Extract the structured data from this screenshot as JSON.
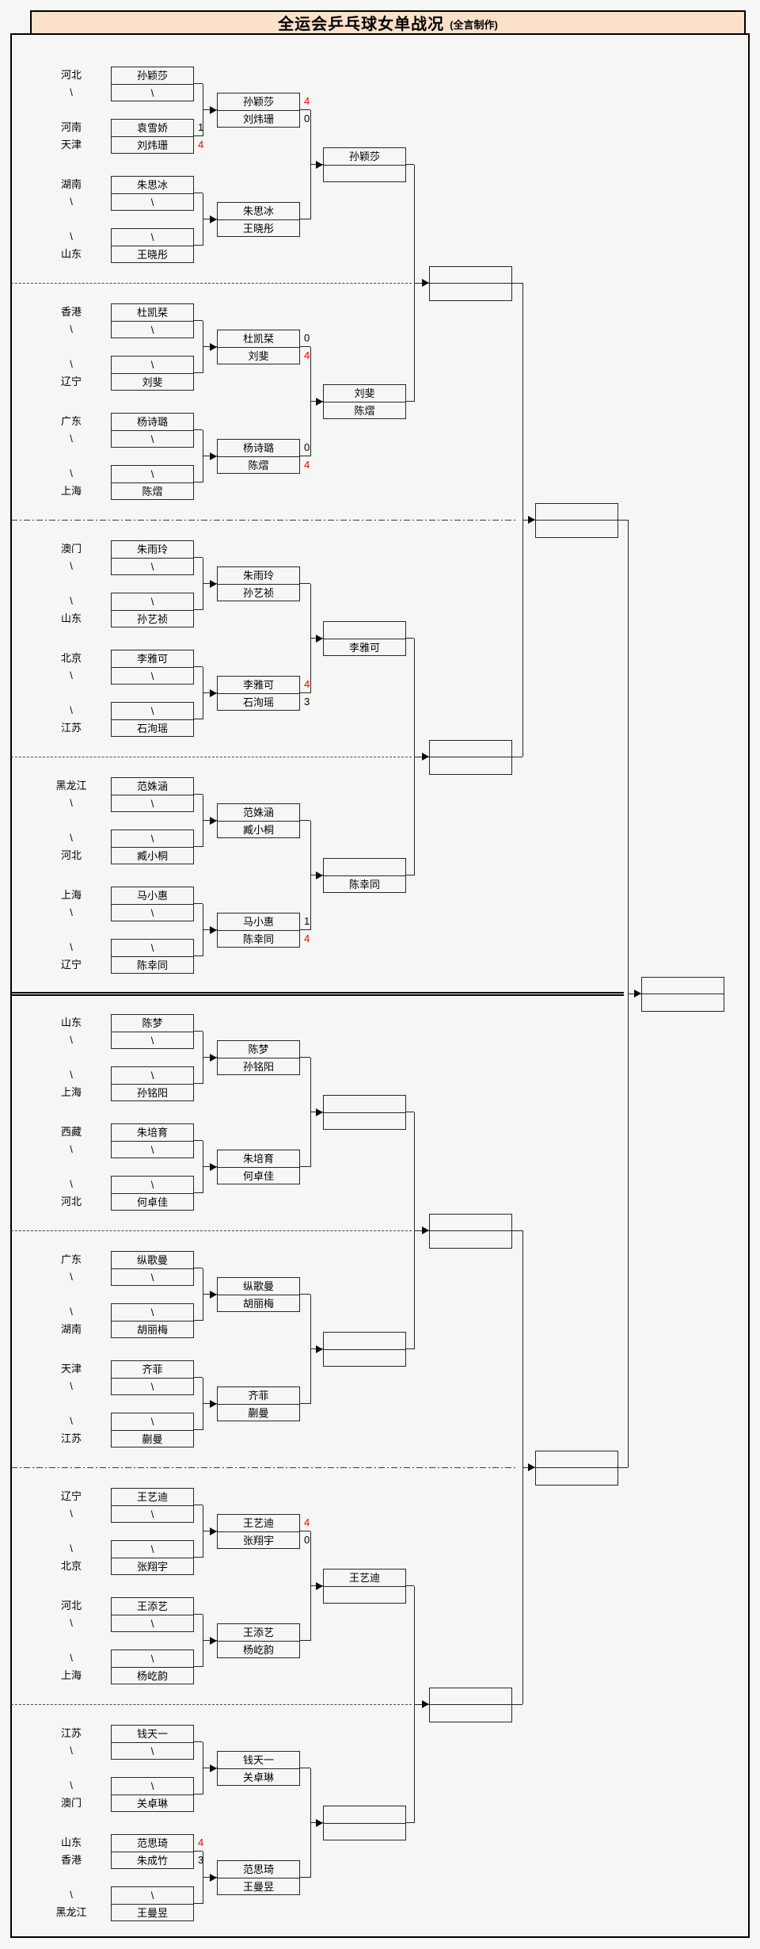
{
  "title": {
    "main": "全运会乒乓球女单战况",
    "credit": "(全言制作)"
  },
  "colors": {
    "title_bg": "#fbe0ca",
    "win_score": "#ff0000",
    "line": "#262626",
    "page_bg": "#f6f6f4"
  },
  "bracket": {
    "sections": [
      {
        "regions": [
          "河北",
          "\\",
          "河南",
          "天津",
          "湖南",
          "\\",
          "\\",
          "山东"
        ],
        "players": [
          "孙颖莎",
          "\\",
          "袁雪娇",
          "刘炜珊",
          "朱思冰",
          "\\",
          "\\",
          "王晓彤"
        ],
        "r1_scores": {
          "2": [
            "1",
            false
          ],
          "3": [
            "4",
            true
          ]
        },
        "r2": [
          [
            [
              "孙颖莎",
              "4",
              true
            ],
            [
              "刘炜珊",
              "0",
              false
            ]
          ],
          [
            [
              "朱思冰",
              "",
              false
            ],
            [
              "王晓彤",
              "",
              false
            ]
          ]
        ],
        "r3": [
          "孙颖莎",
          ""
        ]
      },
      {
        "regions": [
          "香港",
          "\\",
          "\\",
          "辽宁",
          "广东",
          "\\",
          "\\",
          "上海"
        ],
        "players": [
          "杜凯栞",
          "\\",
          "\\",
          "刘斐",
          "杨诗璐",
          "\\",
          "\\",
          "陈熠"
        ],
        "r1_scores": {},
        "r2": [
          [
            [
              "杜凯栞",
              "0",
              false
            ],
            [
              "刘斐",
              "4",
              true
            ]
          ],
          [
            [
              "杨诗璐",
              "0",
              false
            ],
            [
              "陈熠",
              "4",
              true
            ]
          ]
        ],
        "r3": [
          "刘斐",
          "陈熠"
        ]
      },
      {
        "regions": [
          "澳门",
          "\\",
          "\\",
          "山东",
          "北京",
          "\\",
          "\\",
          "江苏"
        ],
        "players": [
          "朱雨玲",
          "\\",
          "\\",
          "孙艺祯",
          "李雅可",
          "\\",
          "\\",
          "石洵瑶"
        ],
        "r1_scores": {},
        "r2": [
          [
            [
              "朱雨玲",
              "",
              false
            ],
            [
              "孙艺祯",
              "",
              false
            ]
          ],
          [
            [
              "李雅可",
              "4",
              true
            ],
            [
              "石洵瑶",
              "3",
              false
            ]
          ]
        ],
        "r3": [
          "",
          "李雅可"
        ]
      },
      {
        "regions": [
          "黑龙江",
          "\\",
          "\\",
          "河北",
          "上海",
          "\\",
          "\\",
          "辽宁"
        ],
        "players": [
          "范姝涵",
          "\\",
          "\\",
          "臧小桐",
          "马小惠",
          "\\",
          "\\",
          "陈幸同"
        ],
        "r1_scores": {},
        "r2": [
          [
            [
              "范姝涵",
              "",
              false
            ],
            [
              "臧小桐",
              "",
              false
            ]
          ],
          [
            [
              "马小惠",
              "1",
              false
            ],
            [
              "陈幸同",
              "4",
              true
            ]
          ]
        ],
        "r3": [
          "",
          "陈幸同"
        ]
      },
      {
        "regions": [
          "山东",
          "\\",
          "\\",
          "上海",
          "西藏",
          "\\",
          "\\",
          "河北"
        ],
        "players": [
          "陈梦",
          "\\",
          "\\",
          "孙铭阳",
          "朱培育",
          "\\",
          "\\",
          "何卓佳"
        ],
        "r1_scores": {},
        "r2": [
          [
            [
              "陈梦",
              "",
              false
            ],
            [
              "孙铭阳",
              "",
              false
            ]
          ],
          [
            [
              "朱培育",
              "",
              false
            ],
            [
              "何卓佳",
              "",
              false
            ]
          ]
        ],
        "r3": [
          "",
          ""
        ]
      },
      {
        "regions": [
          "广东",
          "\\",
          "\\",
          "湖南",
          "天津",
          "\\",
          "\\",
          "江苏"
        ],
        "players": [
          "纵歌曼",
          "\\",
          "\\",
          "胡丽梅",
          "齐菲",
          "\\",
          "\\",
          "蒯曼"
        ],
        "r1_scores": {},
        "r2": [
          [
            [
              "纵歌曼",
              "",
              false
            ],
            [
              "胡丽梅",
              "",
              false
            ]
          ],
          [
            [
              "齐菲",
              "",
              false
            ],
            [
              "蒯曼",
              "",
              false
            ]
          ]
        ],
        "r3": [
          "",
          ""
        ]
      },
      {
        "regions": [
          "辽宁",
          "\\",
          "\\",
          "北京",
          "河北",
          "\\",
          "\\",
          "上海"
        ],
        "players": [
          "王艺迪",
          "\\",
          "\\",
          "张翔宇",
          "王添艺",
          "\\",
          "\\",
          "杨屹韵"
        ],
        "r1_scores": {},
        "r2": [
          [
            [
              "王艺迪",
              "4",
              true
            ],
            [
              "张翔宇",
              "0",
              false
            ]
          ],
          [
            [
              "王添艺",
              "",
              false
            ],
            [
              "杨屹韵",
              "",
              false
            ]
          ]
        ],
        "r3": [
          "王艺迪",
          ""
        ]
      },
      {
        "regions": [
          "江苏",
          "\\",
          "\\",
          "澳门",
          "山东",
          "香港",
          "\\",
          "黑龙江"
        ],
        "players": [
          "钱天一",
          "\\",
          "\\",
          "关卓琳",
          "范思琦",
          "朱成竹",
          "\\",
          "王曼昱"
        ],
        "r1_scores": {
          "4": [
            "4",
            true
          ],
          "5": [
            "3",
            false
          ]
        },
        "r2": [
          [
            [
              "钱天一",
              "",
              false
            ],
            [
              "关卓琳",
              "",
              false
            ]
          ],
          [
            [
              "范思琦",
              "",
              false
            ],
            [
              "王曼昱",
              "",
              false
            ]
          ]
        ],
        "r3": [
          "",
          ""
        ]
      }
    ],
    "qf": [
      [
        "",
        ""
      ],
      [
        "",
        ""
      ],
      [
        "",
        ""
      ],
      [
        "",
        ""
      ]
    ],
    "sf": [
      [
        "",
        ""
      ],
      [
        "",
        ""
      ]
    ],
    "final": [
      "",
      ""
    ]
  }
}
